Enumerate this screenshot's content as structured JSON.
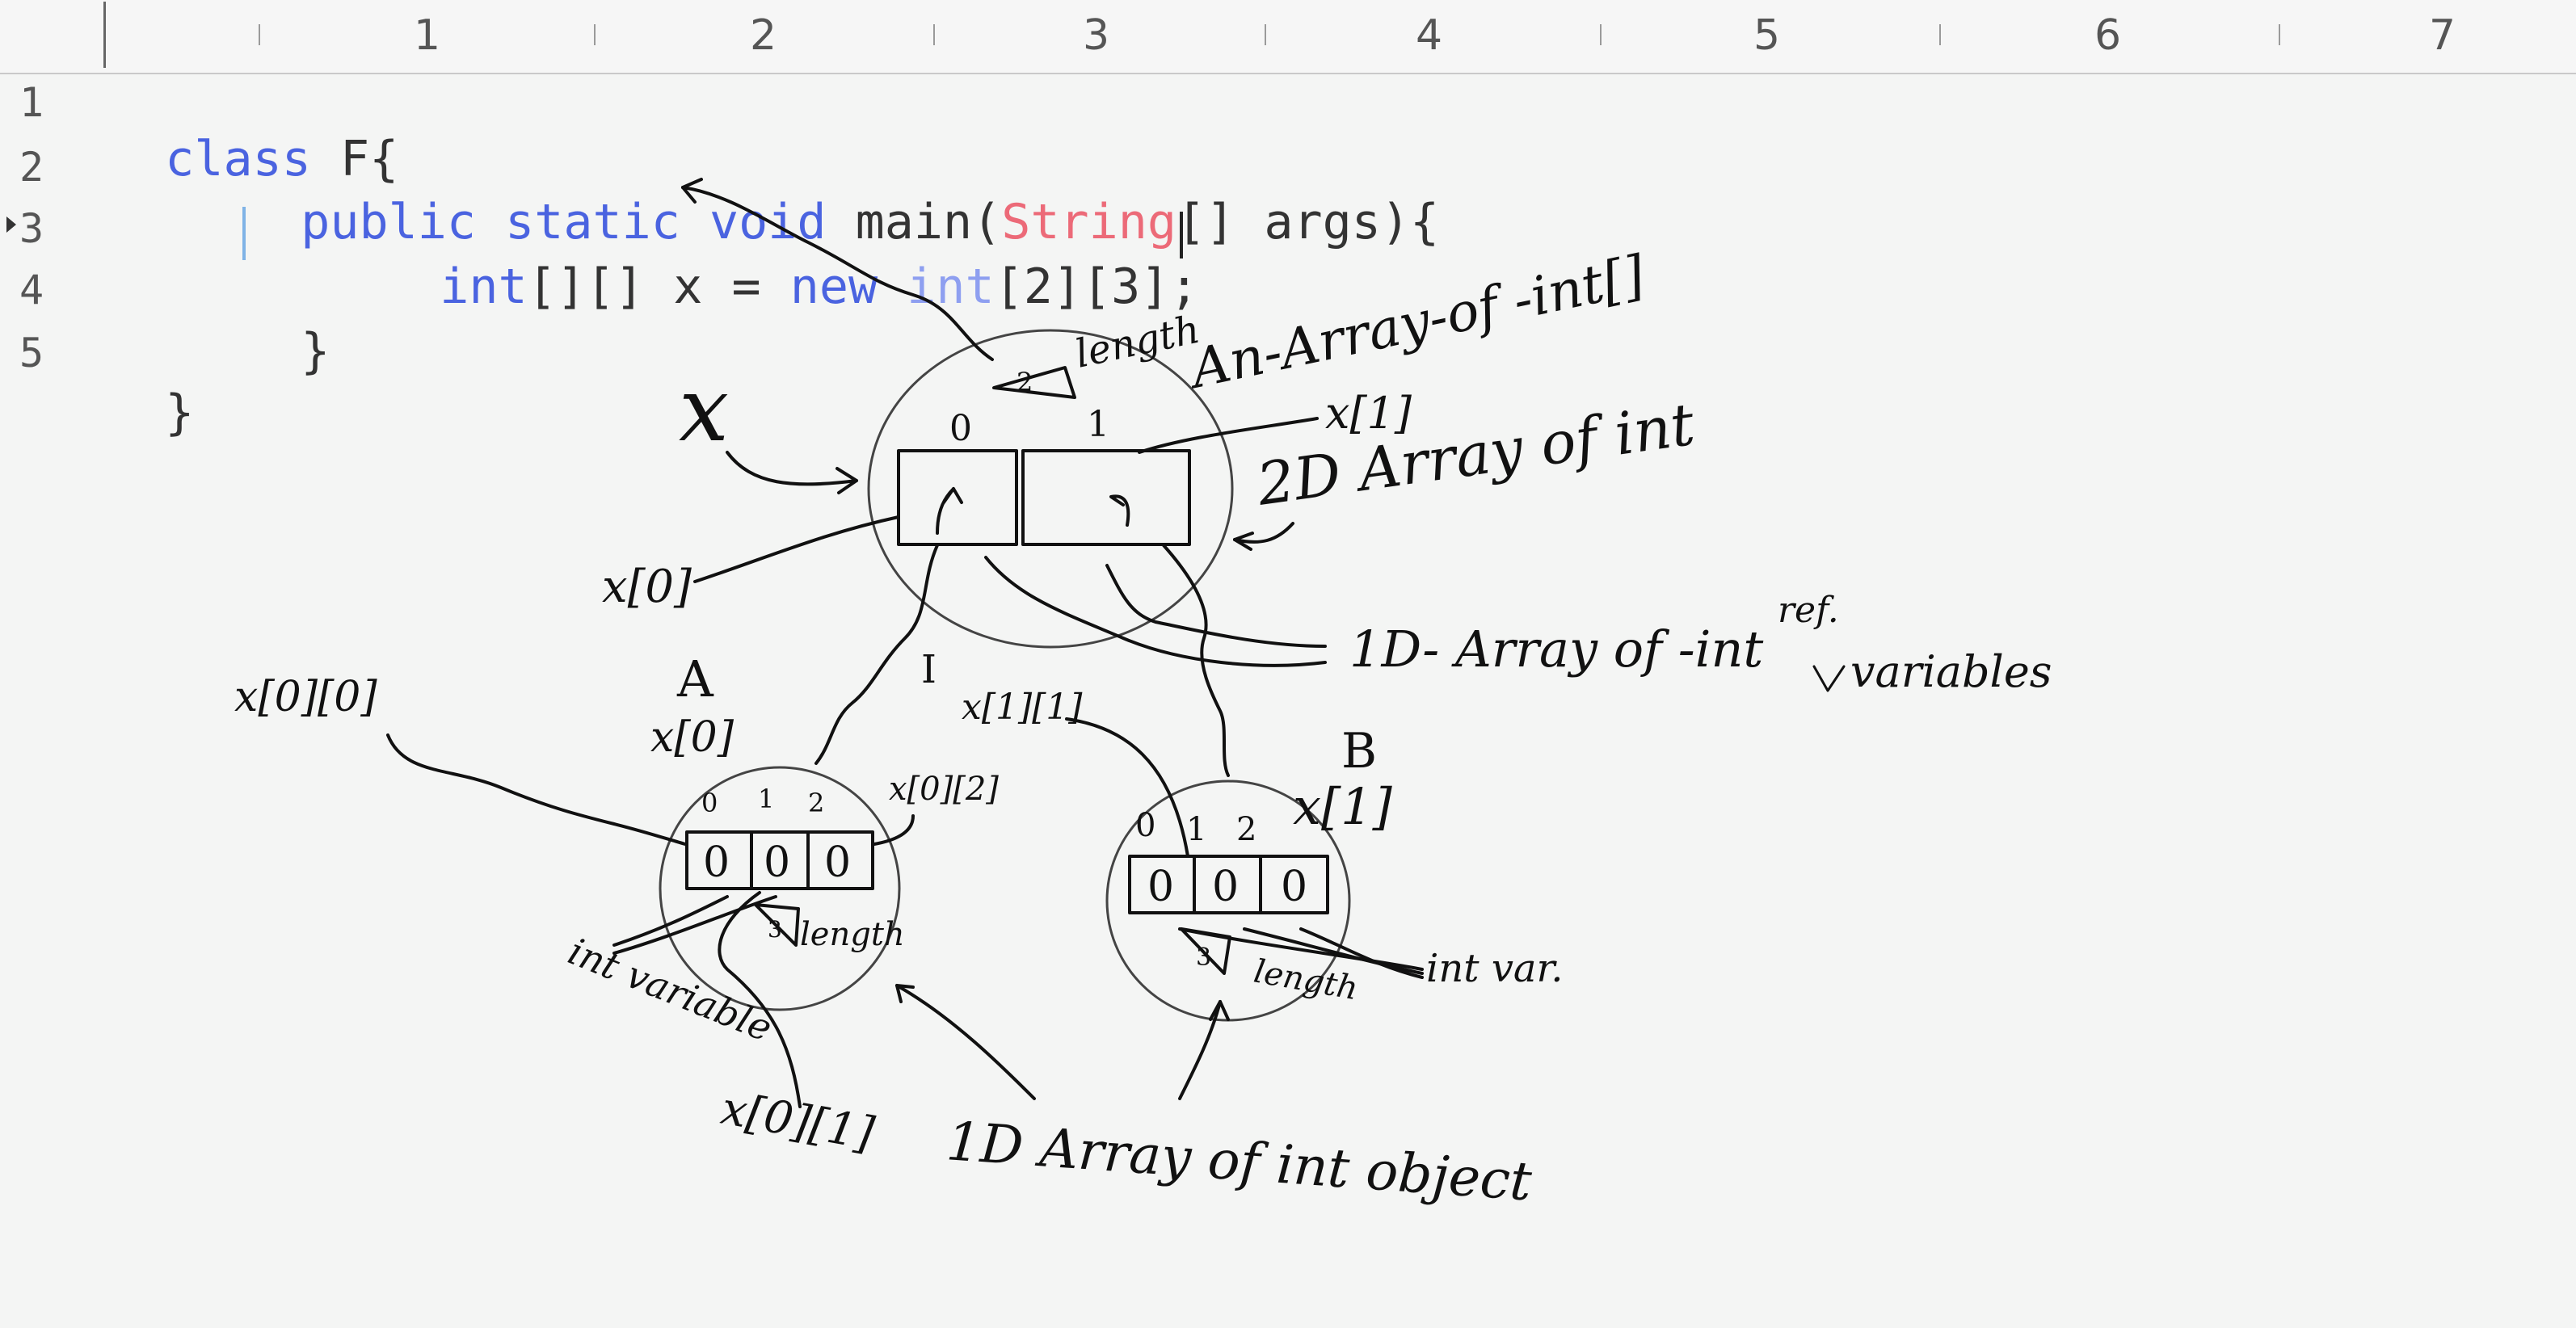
{
  "editor": {
    "ruler_numbers": [
      "1",
      "2",
      "3",
      "4",
      "5",
      "6",
      "7"
    ],
    "line_numbers": [
      "1",
      "2",
      "3",
      "4",
      "5"
    ],
    "code": {
      "l1": {
        "kw": "class",
        "rest": " F{"
      },
      "l2": {
        "kw": "public static void",
        "main": " main(",
        "type": "String",
        "rest": "[] args){"
      },
      "l3": {
        "kw1": "int",
        "mid": "[][] x = ",
        "kw2": "new",
        "kw3": "int",
        "rest": "[2][3];"
      },
      "l4": "}",
      "l5": "}"
    }
  },
  "annotations": {
    "x_name": "x",
    "length_top": "length",
    "length_top_value": "2",
    "an_array_of": "An-Array-of -int[]",
    "x1_ref": "x[1]",
    "two_d_label": "2D Array of int",
    "x0_ref": "x[0]",
    "outer_index_0": "0",
    "outer_index_1": "1",
    "cursor_i": "I",
    "one_d_refs_label": "1D- Array of -int",
    "one_d_refs_tail": "variables",
    "refs_insert": "ref.",
    "label_A": "A",
    "label_B": "B",
    "x0_A": "x[0]",
    "x1_B": "x[1]",
    "x00": "x[0][0]",
    "x02": "x[0][2]",
    "x11": "x[1][1]",
    "x01": "x[0][1]",
    "int_variable": "int variable",
    "int_var": "int var.",
    "one_d_object": "1D Array of int object",
    "length_a": "length",
    "length_a_value": "3",
    "length_b": "length",
    "length_b_value": "3",
    "inner_indices": [
      "0",
      "1",
      "2"
    ],
    "inner_values": [
      "0",
      "0",
      "0"
    ]
  },
  "colors": {
    "keyword": "#4a63e0",
    "keyword_faint": "#8e9ff0",
    "type": "#ec6a78",
    "ink": "#111111",
    "background": "#f4f5f4"
  }
}
